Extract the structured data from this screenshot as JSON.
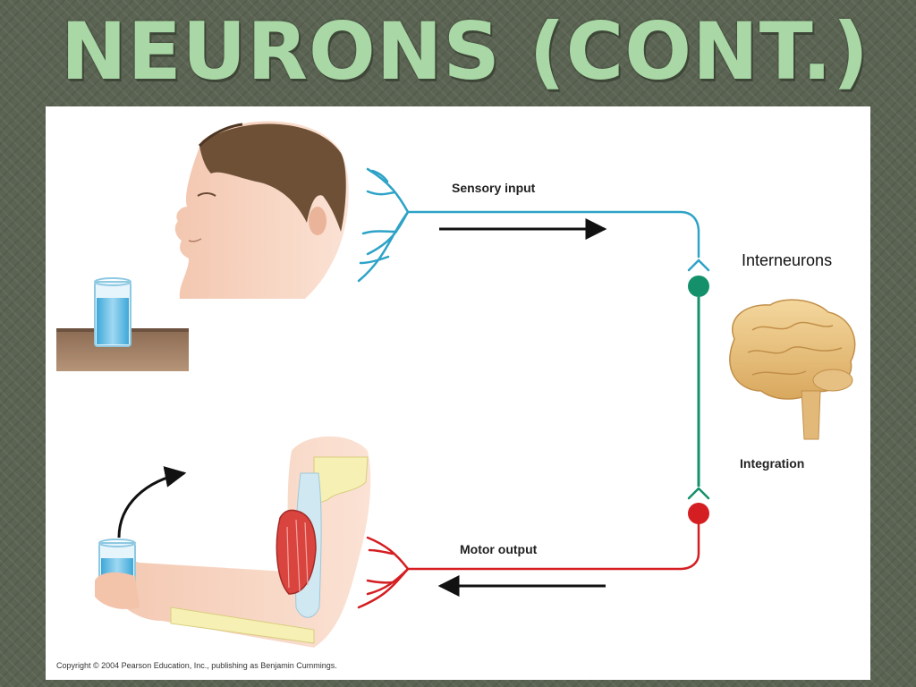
{
  "slide": {
    "title": "Neurons (cont.)"
  },
  "diagram": {
    "labels": {
      "sensory_input": "Sensory input",
      "interneurons": "Interneurons",
      "integration": "Integration",
      "motor_output": "Motor output"
    },
    "copyright": "Copyright © 2004 Pearson Education, Inc., publishing as Benjamin Cummings."
  },
  "colors": {
    "title_text": "#a9d7a5",
    "sensory_neuron": "#2ea3c7",
    "interneuron": "#14906a",
    "motor_neuron": "#d41e22",
    "arrow": "#111111"
  }
}
